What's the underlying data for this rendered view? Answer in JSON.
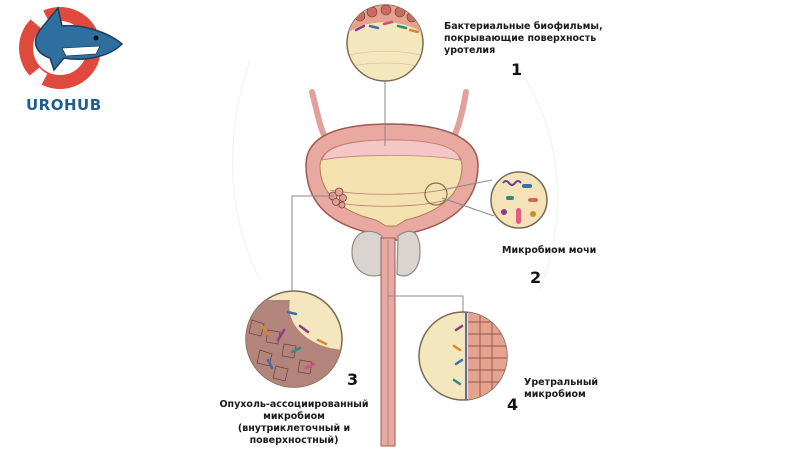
{
  "logo": {
    "text": "UROHUB",
    "color": "#1f5e8c"
  },
  "labels": {
    "biofilms": [
      "Бактериальные биофильмы,",
      "покрывающие поверхность",
      "уротелия"
    ],
    "urine": [
      "Микробиом мочи"
    ],
    "tumor": [
      "Опухоль-ассоциированный",
      "микробиом",
      "(внутриклеточный и поверхностный)"
    ],
    "urethral": [
      "Уретральный",
      "микробиом"
    ]
  },
  "numbers": {
    "n1": "1",
    "n2": "2",
    "n3": "3",
    "n4": "4"
  },
  "colors": {
    "bladder_wall": "#e9a8a0",
    "urine": "#f3e2b0",
    "prostate": "#d9d4d0",
    "leader": "#8a8a8a"
  }
}
